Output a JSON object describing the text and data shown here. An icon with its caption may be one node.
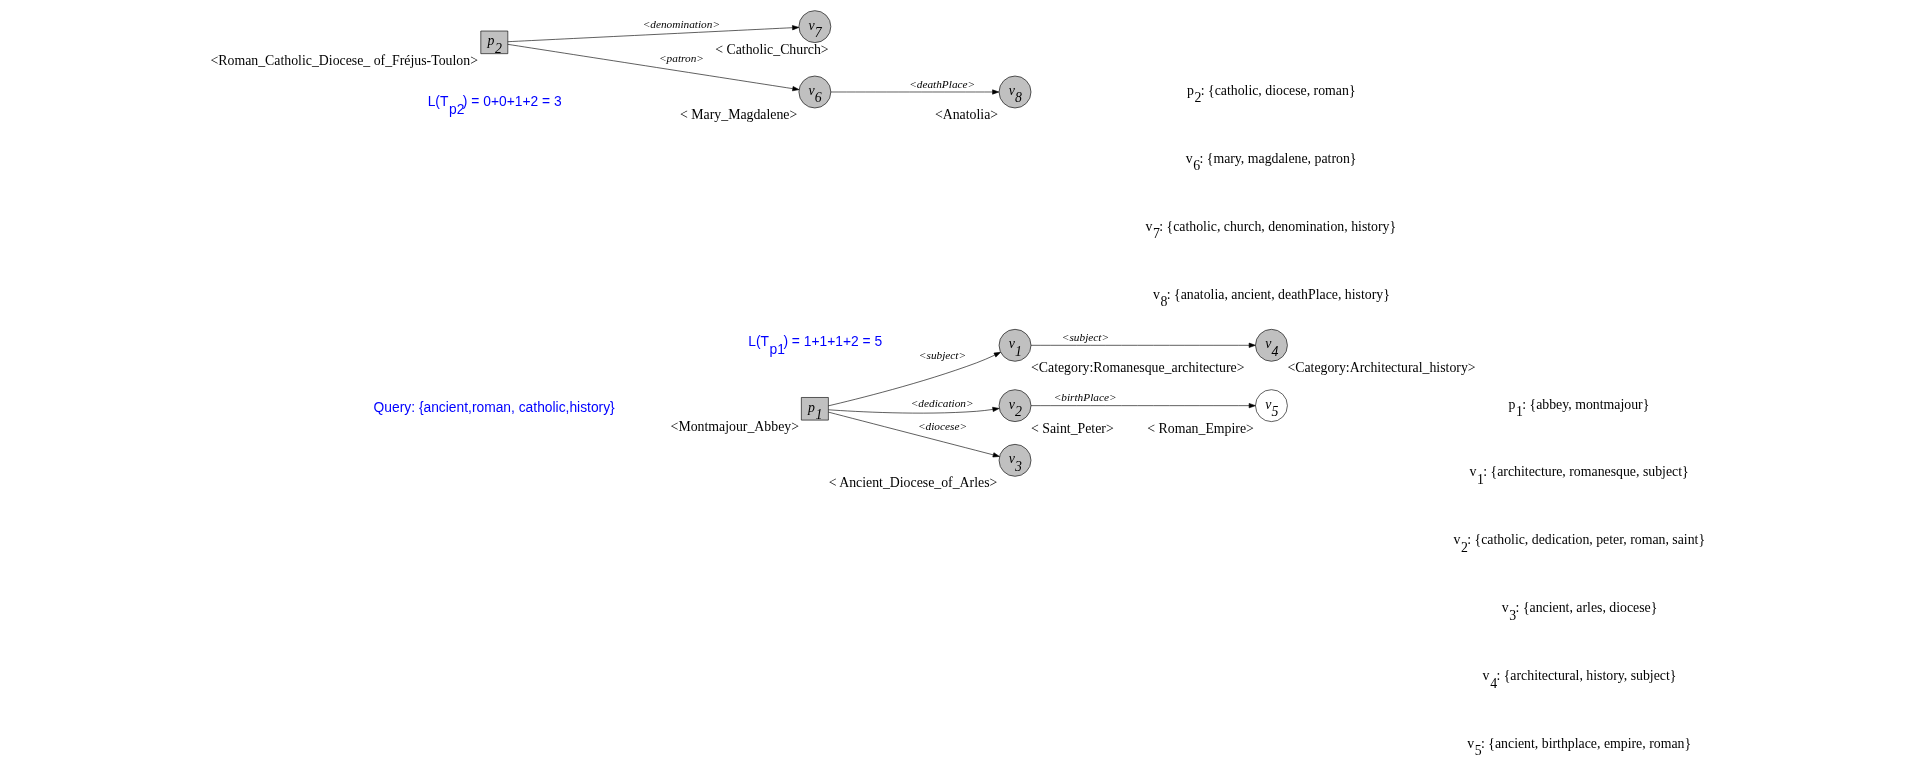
{
  "diagram": {
    "nodes": [
      {
        "text": [
          "p$_{1}$"
        ],
        "beside": [
          "<Montmajour_Abbey>"
        ]
      },
      {
        "text": [
          "v$_{1}$"
        ],
        "beside": [
          "<Category:Romanesque_architecture>"
        ]
      },
      {
        "text": [
          "v$_{2}$"
        ],
        "beside": [
          "< Saint_Peter>"
        ]
      },
      {
        "text": [
          "v$_{3}$"
        ],
        "beside": [
          "< Ancient_Diocese_of_Arles>"
        ]
      },
      {
        "text": [
          "v$_{4}$"
        ],
        "beside": [
          "<Category:Architectural_history>"
        ]
      },
      {
        "text": [
          "v$_{5}$"
        ],
        "beside": [
          "< Roman_Empire>"
        ]
      },
      {
        "text": [
          "p$_{2}$"
        ],
        "beside": [
          "<Roman_Catholic_Diocese_ of_Fréjus-Toulon>"
        ]
      },
      {
        "text": [
          "v$_{6}$"
        ],
        "beside": [
          "< Mary_Magdalene>"
        ]
      },
      {
        "text": [
          "v$_{7}$"
        ],
        "beside": [
          "< Catholic_Church>"
        ]
      },
      {
        "text": [
          "v$_{8}$"
        ],
        "beside": [
          "<Anatolia>"
        ]
      }
    ],
    "edges": [
      {
        "from": 0,
        "to": 1,
        "arrow": "to",
        "label": "<subject>"
      },
      {
        "from": 1,
        "to": 4,
        "arrow": "to",
        "label": "<subject>"
      },
      {
        "from": 0,
        "to": 2,
        "arrow": "to",
        "label": "<dedication>"
      },
      {
        "from": 2,
        "to": 5,
        "arrow": "to",
        "label": "<birthPlace>"
      },
      {
        "from": 0,
        "to": 3,
        "arrow": "to",
        "label": "<diocese>"
      },
      {
        "from": 6,
        "to": 7,
        "arrow": "to",
        "label": "<patron>"
      },
      {
        "from": 7,
        "to": 9,
        "arrow": "to",
        "label": "<deathPlace>"
      },
      {
        "from": 6,
        "to": 8,
        "arrow": "to",
        "label": "<denomination>"
      }
    ],
    "labels": [
      "L(T$_{p1}$) = 1+1+1+2 = 5",
      "Query: {ancient,roman, catholic,history}",
      "L(T$_{p2}$) = 0+0+1+2 = 3",
      "p$_{1}$: {abbey, montmajour}",
      "v$_{1}$: {architecture, romanesque, subject}",
      "v$_{2}$: {catholic, dedication, peter, roman, saint}",
      "v$_{3}$: {ancient, arles, diocese}",
      "v$_{4}$: {architectural, history, subject}",
      "v$_{5}$: {ancient, birthplace, empire, roman}",
      "p$_{2}$: {catholic, diocese, roman}",
      "v$_{6}$: {mary, magdalene, patron}",
      "v$_{7}$: {catholic, church, denomination, history}",
      "v$_{8}$: {anatolia, ancient, deathPlace, history}"
    ]
  }
}
